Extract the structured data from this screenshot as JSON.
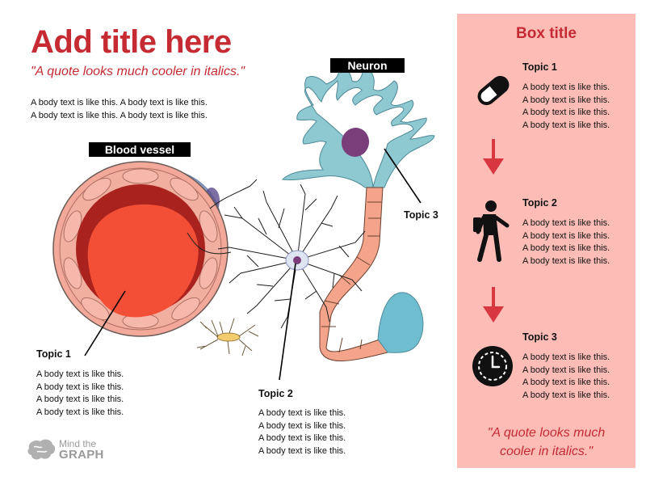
{
  "header": {
    "title": "Add title here",
    "quote": "\"A quote looks much cooler in italics.\"",
    "intro": [
      "A body text is like this. A body text is like this.",
      "A body text is like this. A body text is like this."
    ]
  },
  "labels": {
    "blood_vessel": "Blood vessel",
    "neuron": "Neuron"
  },
  "topics": [
    {
      "title": "Topic 1",
      "body": [
        "A body text is like this.",
        "A body text is like this.",
        "A body text is like this.",
        "A body text is like this."
      ]
    },
    {
      "title": "Topic 2",
      "body": [
        "A body text is like this.",
        "A body text is like this.",
        "A body text is like this.",
        "A body text is like this."
      ]
    },
    {
      "title": "Topic 3"
    }
  ],
  "box": {
    "title": "Box title",
    "items": [
      {
        "icon": "pill-icon",
        "title": "Topic 1",
        "body": [
          "A body text is like this.",
          "A body text is like this.",
          "A body text is like this.",
          "A body text is like this."
        ]
      },
      {
        "icon": "walking-person-icon",
        "title": "Topic 2",
        "body": [
          "A body text is like this.",
          "A body text is like this.",
          "A body text is like this.",
          "A body text is like this."
        ]
      },
      {
        "icon": "clock-icon",
        "title": "Topic 3",
        "body": [
          "A body text is like this.",
          "A body text is like this.",
          "A body text is like this.",
          "A body text is like this."
        ]
      }
    ],
    "quote_line1": "\"A quote looks much",
    "quote_line2": "cooler in italics.\""
  },
  "logo": {
    "line1": "Mind the",
    "line2": "GRAPH"
  },
  "colors": {
    "accent": "#c62a33",
    "box_bg": "#fdbdb6",
    "arrow": "#d9373f"
  }
}
